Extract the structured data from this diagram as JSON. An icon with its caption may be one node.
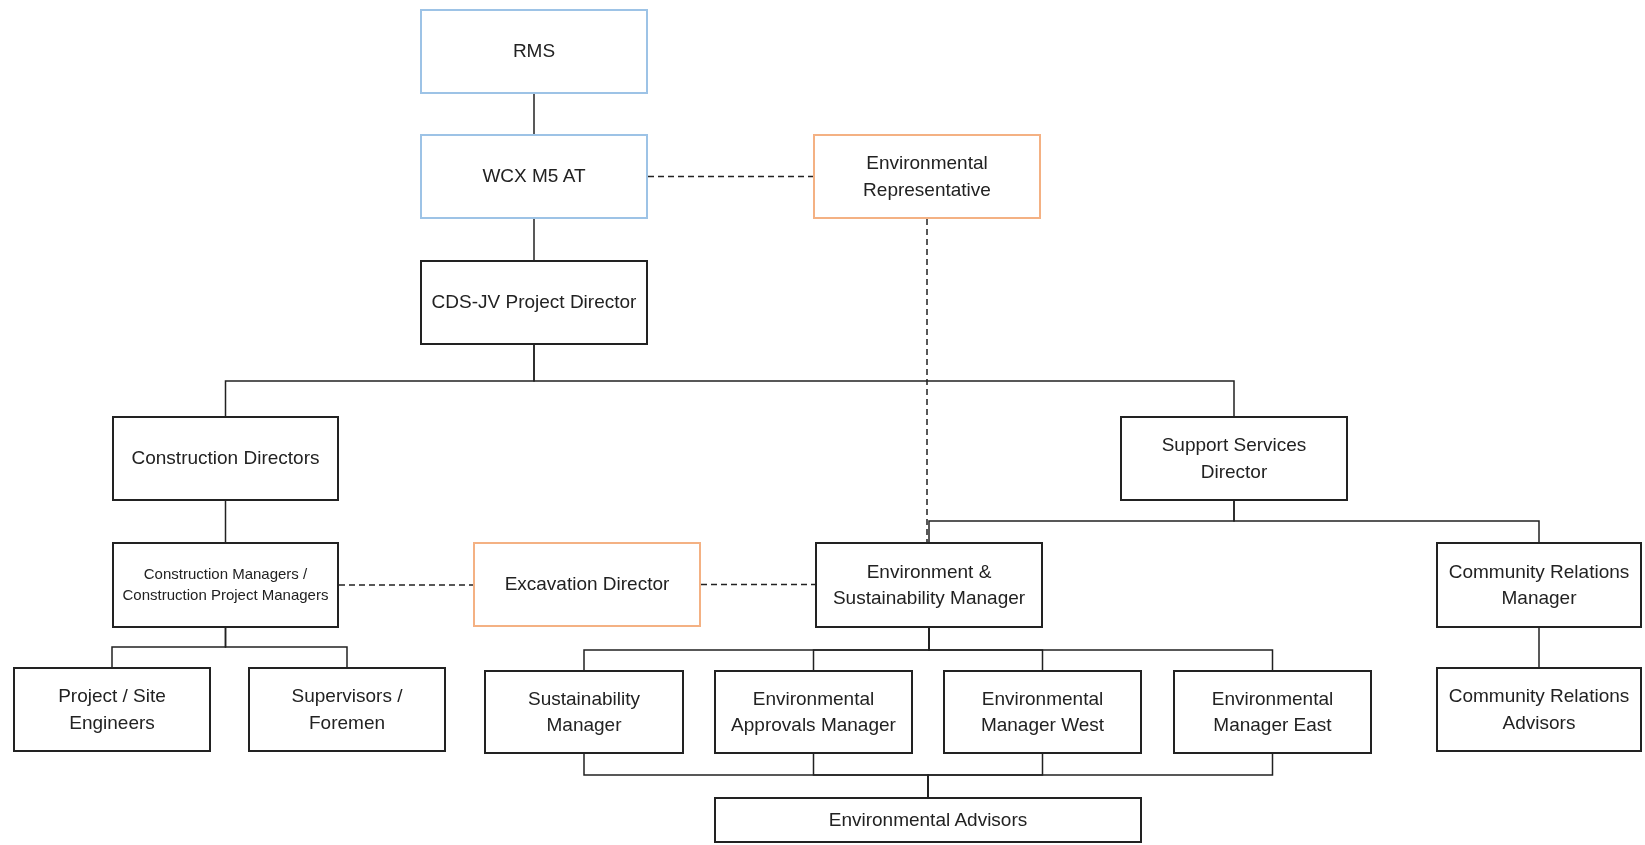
{
  "diagram": {
    "nodes": [
      {
        "text": [
          "RMS"
        ]
      },
      {
        "text": [
          "WCX M5 AT"
        ]
      },
      {
        "text": [
          "Environmental Representative"
        ]
      },
      {
        "text": [
          "CDS-JV Project Director"
        ]
      },
      {
        "text": [
          "Construction Directors"
        ]
      },
      {
        "text": [
          "Support Services Director"
        ]
      },
      {
        "text": [
          "Construction Managers / Construction Project Managers"
        ]
      },
      {
        "text": [
          "Excavation Director"
        ]
      },
      {
        "text": [
          "Environment & Sustainability Manager"
        ]
      },
      {
        "text": [
          "Community Relations Manager"
        ]
      },
      {
        "text": [
          "Project / Site Engineers"
        ]
      },
      {
        "text": [
          "Supervisors / Foremen"
        ]
      },
      {
        "text": [
          "Sustainability Manager"
        ]
      },
      {
        "text": [
          "Environmental Approvals Manager"
        ]
      },
      {
        "text": [
          "Environmental Manager West"
        ]
      },
      {
        "text": [
          "Environmental Manager East"
        ]
      },
      {
        "text": [
          "Community Relations Advisors"
        ]
      },
      {
        "text": [
          "Environmental Advisors"
        ]
      }
    ],
    "edges": [
      {
        "from": 0,
        "to": 1,
        "arrow": "none"
      },
      {
        "from": 1,
        "to": 2,
        "arrow": "none",
        "style": "dashed"
      },
      {
        "from": 1,
        "to": 3,
        "arrow": "none"
      },
      {
        "from": 2,
        "to": 8,
        "arrow": "none",
        "style": "dashed"
      },
      {
        "from": 3,
        "to": 4,
        "arrow": "none"
      },
      {
        "from": 3,
        "to": 5,
        "arrow": "none"
      },
      {
        "from": 4,
        "to": 6,
        "arrow": "none"
      },
      {
        "from": 6,
        "to": 7,
        "arrow": "none",
        "style": "dashed"
      },
      {
        "from": 7,
        "to": 8,
        "arrow": "none",
        "style": "dashed"
      },
      {
        "from": 5,
        "to": 8,
        "arrow": "none"
      },
      {
        "from": 5,
        "to": 9,
        "arrow": "none"
      },
      {
        "from": 6,
        "to": 10,
        "arrow": "none"
      },
      {
        "from": 6,
        "to": 11,
        "arrow": "none"
      },
      {
        "from": 8,
        "to": 12,
        "arrow": "none"
      },
      {
        "from": 8,
        "to": 13,
        "arrow": "none"
      },
      {
        "from": 8,
        "to": 14,
        "arrow": "none"
      },
      {
        "from": 8,
        "to": 15,
        "arrow": "none"
      },
      {
        "from": 9,
        "to": 16,
        "arrow": "none"
      },
      {
        "from": 12,
        "to": 17,
        "arrow": "none"
      },
      {
        "from": 13,
        "to": 17,
        "arrow": "none"
      },
      {
        "from": 14,
        "to": 17,
        "arrow": "none"
      },
      {
        "from": 15,
        "to": 17,
        "arrow": "none"
      }
    ]
  }
}
